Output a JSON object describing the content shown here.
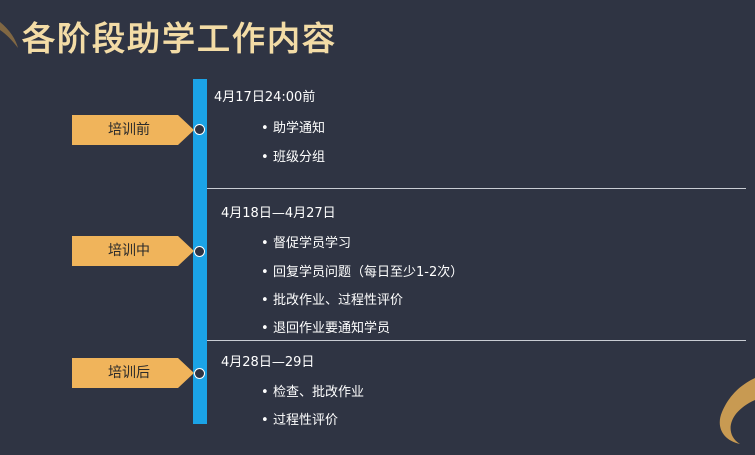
{
  "page": {
    "title": "各阶段助学工作内容"
  },
  "colors": {
    "background": "#2f3443",
    "title": "#f3dca6",
    "timeline": "#1ba3e6",
    "tag": "#f0b45b",
    "accent_swoosh": "#c89a52"
  },
  "stages": [
    {
      "label": "培训前",
      "date": "4月17日24:00前",
      "tasks": [
        "助学通知",
        "班级分组"
      ]
    },
    {
      "label": "培训中",
      "date": "4月18日—4月27日",
      "tasks": [
        "督促学员学习",
        "回复学员问题（每日至少1-2次）",
        "批改作业、过程性评价",
        "退回作业要通知学员"
      ]
    },
    {
      "label": "培训后",
      "date": "4月28日—29日",
      "tasks": [
        "检查、批改作业",
        "过程性评价"
      ]
    }
  ],
  "bullet_glyph": "•"
}
